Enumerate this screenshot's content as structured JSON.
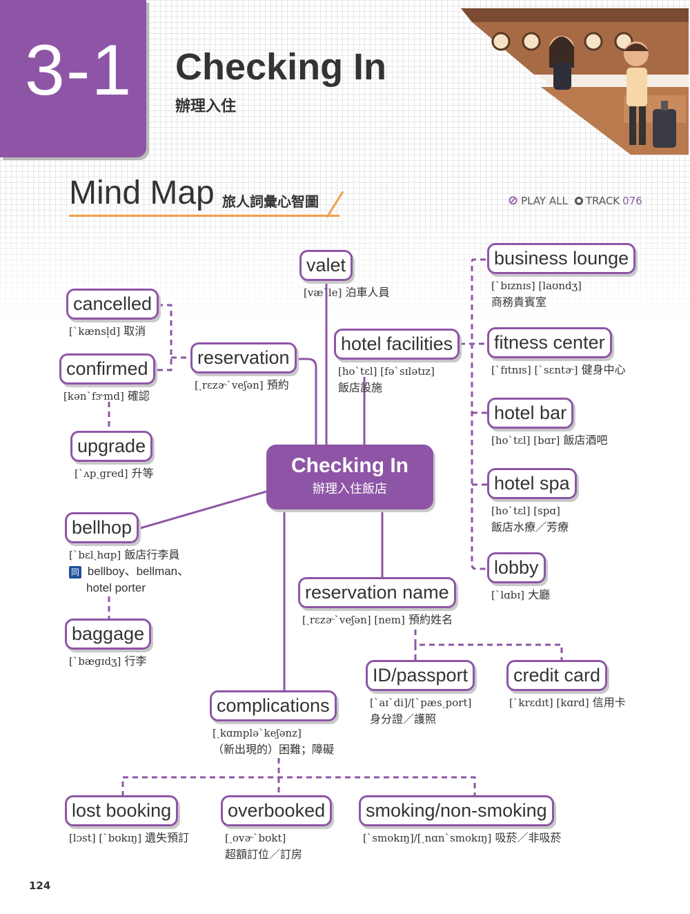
{
  "chapter": {
    "number": "3-1",
    "title_en": "Checking In",
    "title_zh": "辦理入住"
  },
  "mind_map": {
    "title": "Mind Map",
    "subtitle": "旅人詞彙心智圖",
    "audio": {
      "play_all": "PLAY ALL",
      "track_label": "TRACK",
      "track_number": "076"
    }
  },
  "center": {
    "en": "Checking In",
    "zh": "辦理入住飯店"
  },
  "nodes": {
    "valet": {
      "word": "valet",
      "pron": "[væ`le]",
      "meaning": "泊車人員"
    },
    "reservation": {
      "word": "reservation",
      "pron": "[ˏrɛzɚ`veʃən]",
      "meaning": "預約"
    },
    "cancelled": {
      "word": "cancelled",
      "pron": "[`kænsl̩d]",
      "meaning": "取消"
    },
    "confirmed": {
      "word": "confirmed",
      "pron": "[kən`fɝmd]",
      "meaning": "確認"
    },
    "upgrade": {
      "word": "upgrade",
      "pron": "[`ʌpˏgred]",
      "meaning": "升等"
    },
    "bellhop": {
      "word": "bellhop",
      "pron": "[`bɛlˏhɑp]",
      "meaning": "飯店行李員",
      "syn_icon": "同",
      "synonyms_line1": "bellboy、bellman、",
      "synonyms_line2": "hotel porter"
    },
    "baggage": {
      "word": "baggage",
      "pron": "[`bægɪdʒ]",
      "meaning": "行李"
    },
    "hotel_facilities": {
      "word": "hotel facilities",
      "pron": "[ho`tɛl] [fə`sɪlətɪz]",
      "meaning": "飯店設施"
    },
    "business_lounge": {
      "word": "business lounge",
      "pron": "[`bɪznɪs] [laʊndʒ]",
      "meaning": "商務貴賓室"
    },
    "fitness_center": {
      "word": "fitness center",
      "pron": "[`fɪtnɪs] [`sɛntɚ]",
      "meaning": "健身中心"
    },
    "hotel_bar": {
      "word": "hotel bar",
      "pron": "[ho`tɛl] [bɑr]",
      "meaning": "飯店酒吧"
    },
    "hotel_spa": {
      "word": "hotel spa",
      "pron": "[ho`tɛl] [spɑ]",
      "meaning": "飯店水療／芳療"
    },
    "lobby": {
      "word": "lobby",
      "pron": "[`lɑbɪ]",
      "meaning": "大廳"
    },
    "reservation_name": {
      "word": "reservation name",
      "pron": "[ˏrɛzɚ`veʃən] [nem]",
      "meaning": "預約姓名"
    },
    "id_passport": {
      "word": "ID/passport",
      "pron": "[`aɪ`di]/[`pæsˏport]",
      "meaning": "身分證／護照"
    },
    "credit_card": {
      "word": "credit card",
      "pron": "[`krɛdɪt] [kɑrd]",
      "meaning": "信用卡"
    },
    "complications": {
      "word": "complications",
      "pron": "[ˏkɑmplə`keʃənz]",
      "meaning": "（新出現的）困難；障礙"
    },
    "lost_booking": {
      "word": "lost booking",
      "pron": "[lɔst] [`bʊkɪŋ]",
      "meaning": "遺失預訂"
    },
    "overbooked": {
      "word": "overbooked",
      "pron": "[ˏovɚ`bʊkt]",
      "meaning": "超額訂位／訂房"
    },
    "smoking": {
      "word": "smoking/non-smoking",
      "pron": "[`smokɪŋ]/[ˏnɑn`smokɪŋ]",
      "meaning": "吸菸／非吸菸"
    }
  },
  "page_number": "124",
  "colors": {
    "accent": "#8e55a6",
    "orange": "#f0a04b",
    "text": "#333333"
  }
}
